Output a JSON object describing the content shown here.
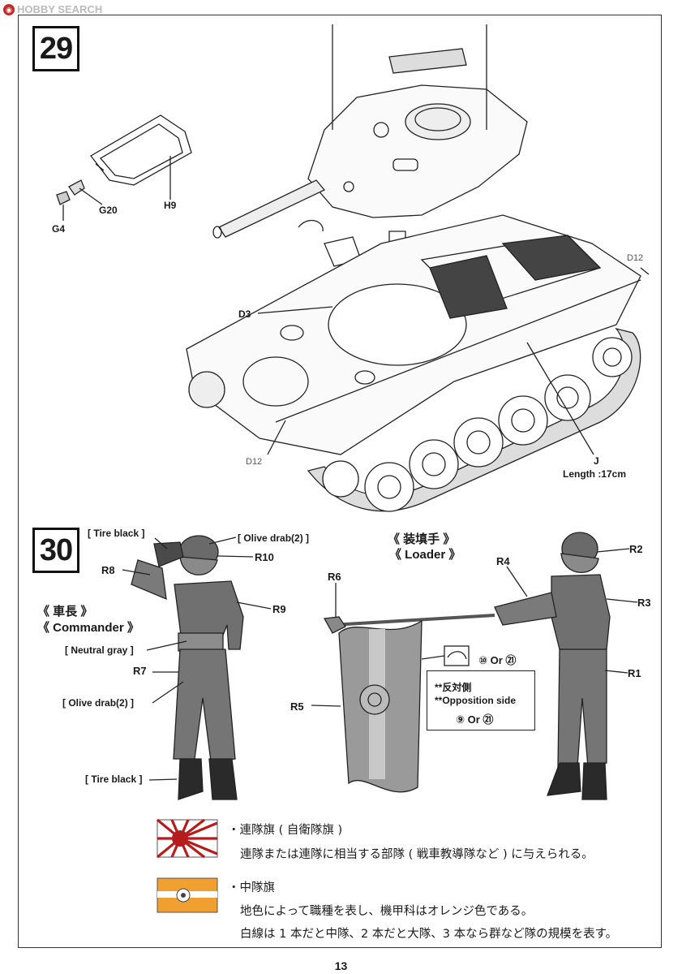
{
  "watermark": {
    "text": "HOBBY SEARCH"
  },
  "page_number": "13",
  "step29": {
    "number": "29",
    "labels": {
      "g4": "G4",
      "g20": "G20",
      "h9": "H9",
      "d3": "D3",
      "d12_right": "D12",
      "d12_left": "D12",
      "j": "J",
      "length": "Length :17cm"
    }
  },
  "step30": {
    "number": "30",
    "commander": {
      "title_jp": "《 車長 》",
      "title_en": "《 Commander 》",
      "tire_black_top": "[ Tire black ]",
      "olive_drab_top": "[ Olive drab(2) ]",
      "r10": "R10",
      "r8": "R8",
      "r9": "R9",
      "neutral_gray": "[ Neutral gray ]",
      "r7": "R7",
      "olive_drab_bottom": "[ Olive drab(2) ]",
      "tire_black_bottom": "[ Tire black ]"
    },
    "loader": {
      "title_jp": "《 装填手 》",
      "title_en": "《 Loader 》",
      "r2": "R2",
      "r4": "R4",
      "r3": "R3",
      "r1": "R1",
      "r6": "R6",
      "r5": "R5",
      "decal_text": "⑩ Or ㉑",
      "note_jp": "**反対側",
      "note_en": "**Opposition side",
      "note_decal": "⑨ Or ㉑"
    }
  },
  "legend": {
    "flag1_title": "・連隊旗 ( 自衛隊旗 )",
    "flag1_desc": "連隊または連隊に相当する部隊 ( 戦車教導隊など ) に与えられる。",
    "flag2_title": "・中隊旗",
    "flag2_desc1": "地色によって職種を表し、機甲科はオレンジ色である。",
    "flag2_desc2": "白線は 1 本だと中隊、2 本だと大隊、3 本なら群など隊の規模を表す。",
    "colors": {
      "ensign_red": "#b71c1c",
      "company_flag_orange": "#f0a030",
      "company_flag_white": "#ffffff"
    }
  }
}
